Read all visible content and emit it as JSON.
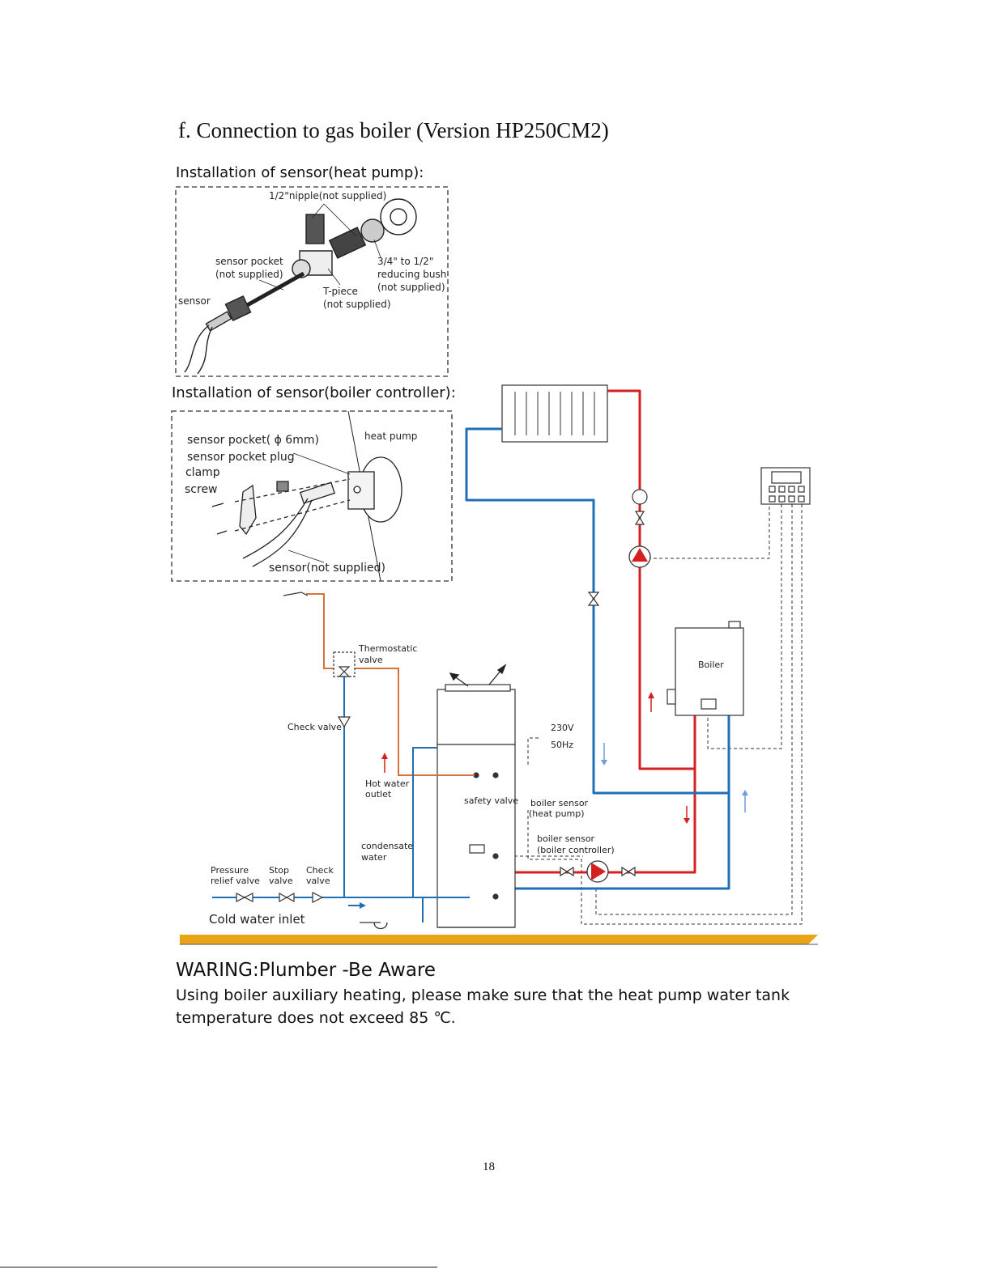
{
  "heading": "f. Connection to gas boiler (Version HP250CM2)",
  "sensor_heat_pump": {
    "title": "Installation of sensor(heat pump):",
    "labels": {
      "nipple": "1/2\"nipple(not supplied)",
      "pocket_line1": "sensor pocket",
      "pocket_line2": "(not supplied)",
      "bush_line1": "3/4\" to 1/2\"",
      "bush_line2": "reducing bush",
      "bush_line3": "(not supplied)",
      "tpiece_line1": "T-piece",
      "tpiece_line2": "(not supplied)",
      "sensor": "sensor"
    }
  },
  "sensor_boiler": {
    "title": "Installation of sensor(boiler controller):",
    "labels": {
      "pocket": "sensor pocket( ϕ 6mm)",
      "plug": "sensor pocket plug",
      "clamp": "clamp",
      "screw": "screw",
      "heat_pump": "heat pump",
      "sensor": "sensor(not supplied)"
    }
  },
  "system": {
    "thermostatic_line1": "Thermostatic",
    "thermostatic_line2": "valve",
    "check_valve": "Check valve",
    "hot_water_line1": "Hot water",
    "hot_water_line2": "outlet",
    "condensate_line1": "condensate",
    "condensate_line2": "water",
    "pressure_line1": "Pressure",
    "pressure_line2": "relief valve",
    "stop_line1": "Stop",
    "stop_line2": "valve",
    "check_line1": "Check",
    "check_line2": "valve",
    "cold_inlet": "Cold water inlet",
    "safety_valve": "safety valve",
    "voltage": "230V",
    "frequency": "50Hz",
    "bs_hp_line1": "boiler sensor",
    "bs_hp_line2": "(heat pump)",
    "bs_bc_line1": "boiler sensor",
    "bs_bc_line2": "(boiler controller)",
    "boiler": "Boiler"
  },
  "warning": {
    "title": "WARING:Plumber -Be Aware",
    "body": "Using boiler auxiliary heating, please make sure that the heat pump water tank temperature does not exceed 85 ℃."
  },
  "page_number": "18",
  "colors": {
    "hot_pipe": "#d42020",
    "cold_pipe": "#1f6fb8",
    "dhw_pipe": "#d4733a",
    "floor": "#e8a317"
  }
}
